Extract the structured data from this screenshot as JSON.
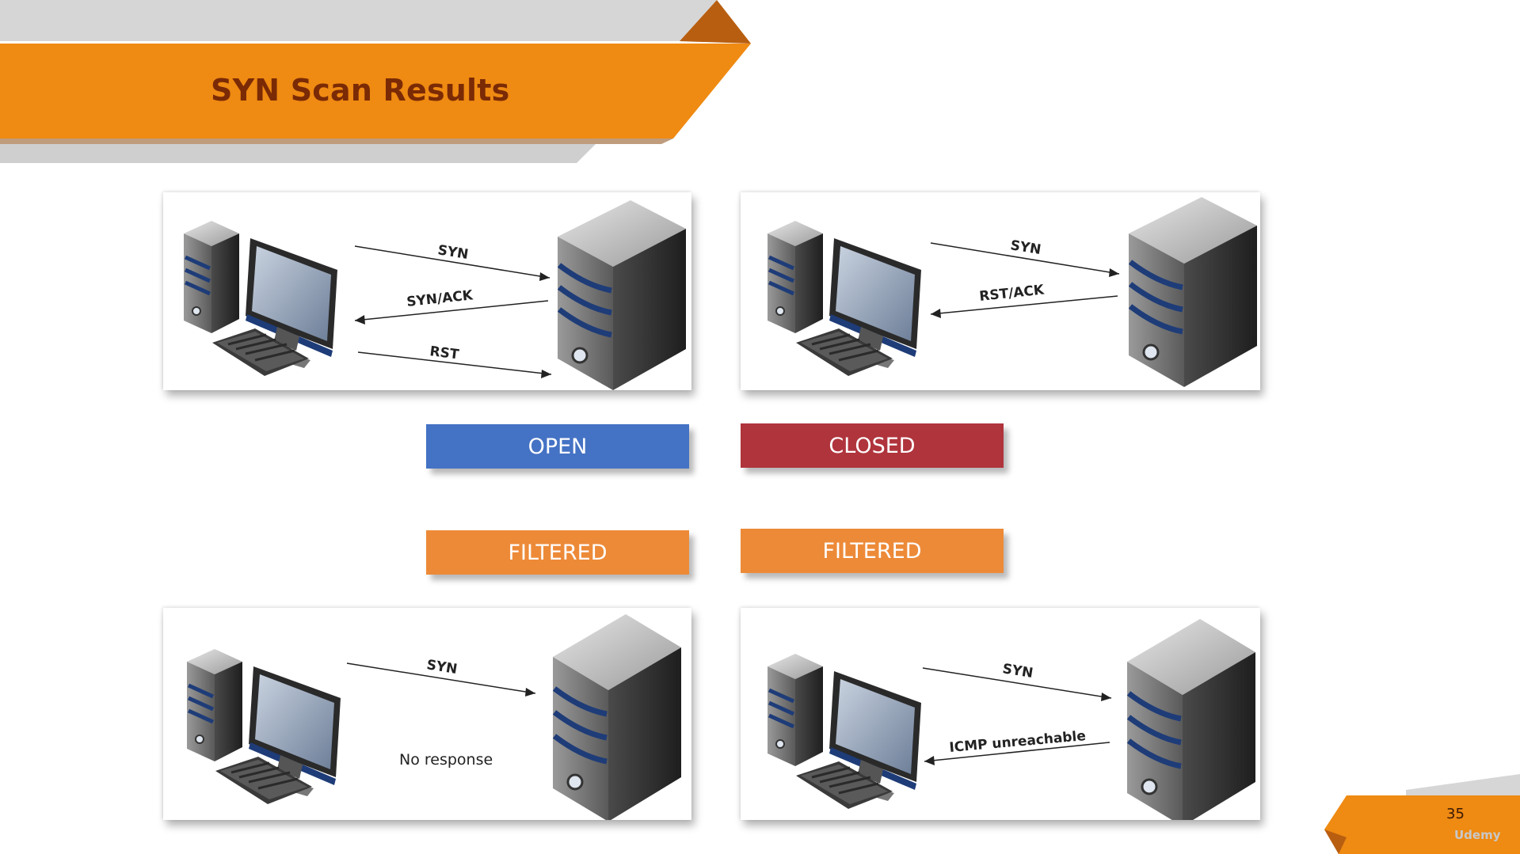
{
  "slide": {
    "title": "SYN Scan Results",
    "page_number": "35",
    "watermark": "Udemy"
  },
  "colors": {
    "header_orange": "#ef8a12",
    "header_grey": "#d4d4d4",
    "open": "#4472c4",
    "closed": "#b0343c",
    "filtered": "#ed8a38"
  },
  "panels": {
    "open": {
      "messages": [
        "SYN",
        "SYN/ACK",
        "RST"
      ]
    },
    "closed": {
      "messages": [
        "SYN",
        "RST/ACK"
      ]
    },
    "filtered_no_response": {
      "messages": [
        "SYN"
      ],
      "note": "No response"
    },
    "filtered_icmp": {
      "messages": [
        "SYN",
        "ICMP unreachable"
      ]
    }
  },
  "labels": {
    "open": "OPEN",
    "closed": "CLOSED",
    "filtered_left": "FILTERED",
    "filtered_right": "FILTERED"
  }
}
